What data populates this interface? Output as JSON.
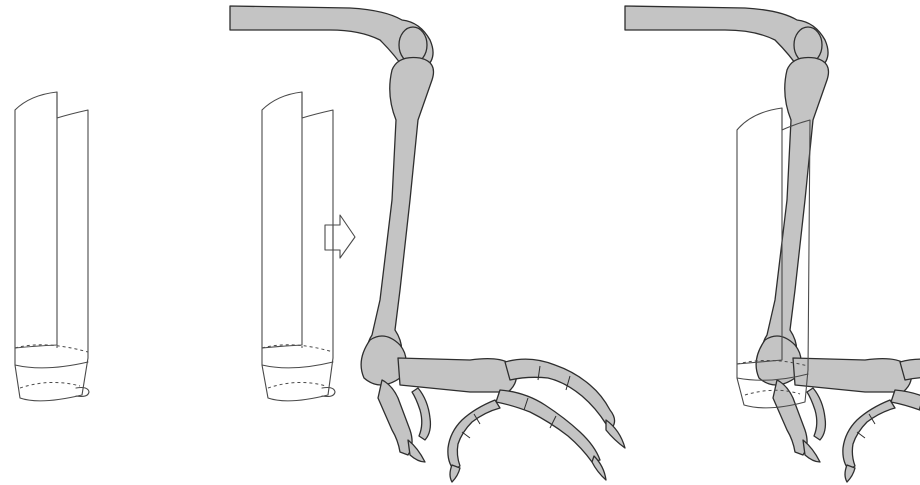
{
  "figure": {
    "panels": [
      {
        "name": "splint-shell"
      },
      {
        "name": "splint-with-tab-and-leg"
      },
      {
        "name": "splint-applied-to-leg"
      }
    ],
    "colors": {
      "bone_fill": "#c4c4c4",
      "line": "#3a3a3a",
      "background": "#ffffff"
    }
  }
}
